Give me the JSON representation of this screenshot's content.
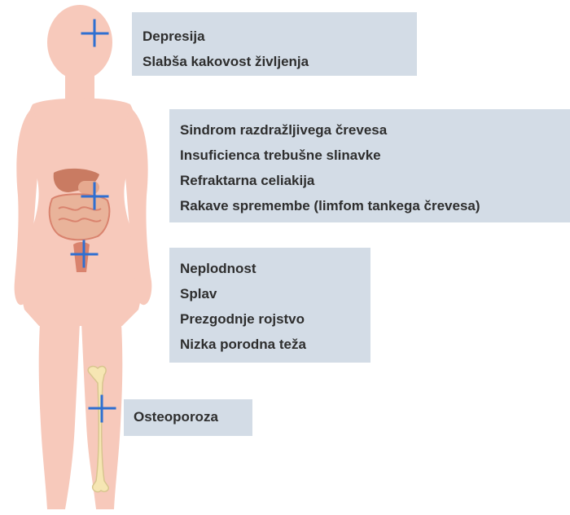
{
  "callouts": {
    "head": [
      "Depresija",
      "Slabša kakovost življenja"
    ],
    "gut": [
      "Sindrom razdražljivega črevesa",
      "Insuficienca trebušne slinavke",
      "Refraktarna celiakija",
      "Rakave spremembe (limfom tankega črevesa)"
    ],
    "reproductive": [
      "Neplodnost",
      "Splav",
      "Prezgodnje rojstvo",
      "Nizka porodna teža"
    ],
    "bone": [
      "Osteoporoza"
    ]
  },
  "colors": {
    "body_skin": "#f7c9bb",
    "callout_bg": "#d3dce6",
    "marker": "#2f6fd1",
    "organs": "#d9836e",
    "bone": "#f6e6b3"
  },
  "icons": [
    "plus-marker-icon"
  ]
}
